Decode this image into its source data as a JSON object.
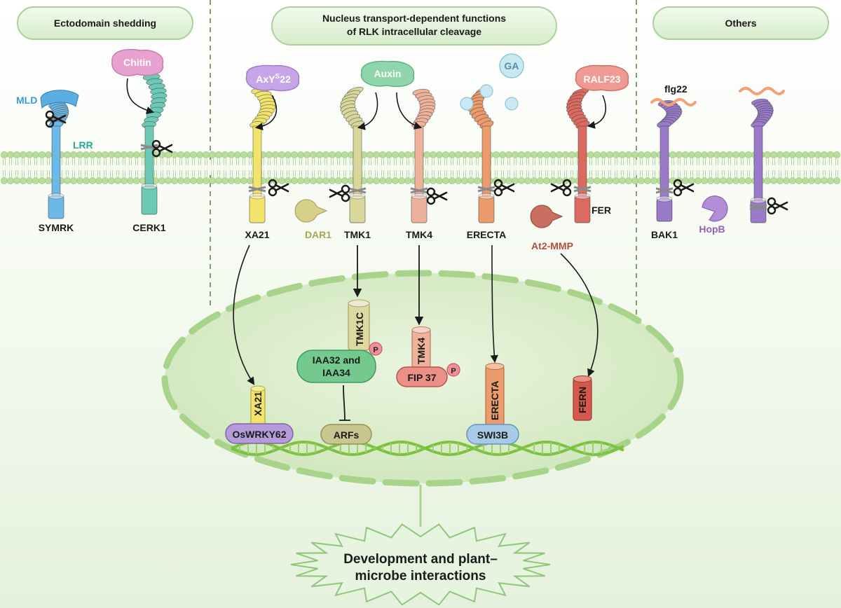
{
  "headers": {
    "ectodomain": "Ectodomain shedding",
    "nucleus_line1": "Nucleus transport-dependent functions",
    "nucleus_line2": "of RLK intracellular cleavage",
    "others": "Others"
  },
  "ligands": {
    "chitin": "Chitin",
    "axys22_main": "AxY",
    "axys22_sup": "S",
    "axys22_tail": "22",
    "auxin": "Auxin",
    "ga": "GA",
    "ralf23": "RALF23",
    "flg22": "flg22"
  },
  "domains": {
    "mld": "MLD",
    "lrr": "LRR"
  },
  "receptors": {
    "symrk": "SYMRK",
    "cerk1": "CERK1",
    "xa21": "XA21",
    "tmk1": "TMK1",
    "tmk4": "TMK4",
    "erecta": "ERECTA",
    "fer": "FER",
    "bak1": "BAK1"
  },
  "proteases": {
    "dar1": "DAR1",
    "at2mmp": "At2-MMP",
    "hopb": "HopB"
  },
  "nuclear": {
    "xa21": "XA21",
    "oswrky62": "OsWRKY62",
    "tmk1c": "TMK1C",
    "iaa_line1": "IAA32 and",
    "iaa_line2": "IAA34",
    "arfs": "ARFs",
    "tmk4": "TMK4",
    "fip37": "FIP 37",
    "erecta": "ERECTA",
    "swi3b": "SWI3B",
    "fern": "FERN",
    "phospho": "P"
  },
  "outcome": {
    "line1": "Development and plant–",
    "line2": "microbe interactions"
  },
  "colors": {
    "symrk": "#6cb8e6",
    "cerk1": "#6cc9b6",
    "xa21": "#f1e36c",
    "tmk1": "#d9d79a",
    "tmk4": "#eeb29b",
    "erecta": "#ec9b6c",
    "fer": "#db6b60",
    "bak1": "#9b7bc9",
    "membrane": "#b9dd9c",
    "nucleus": "#d8edc6",
    "dna": "#7cc242"
  }
}
